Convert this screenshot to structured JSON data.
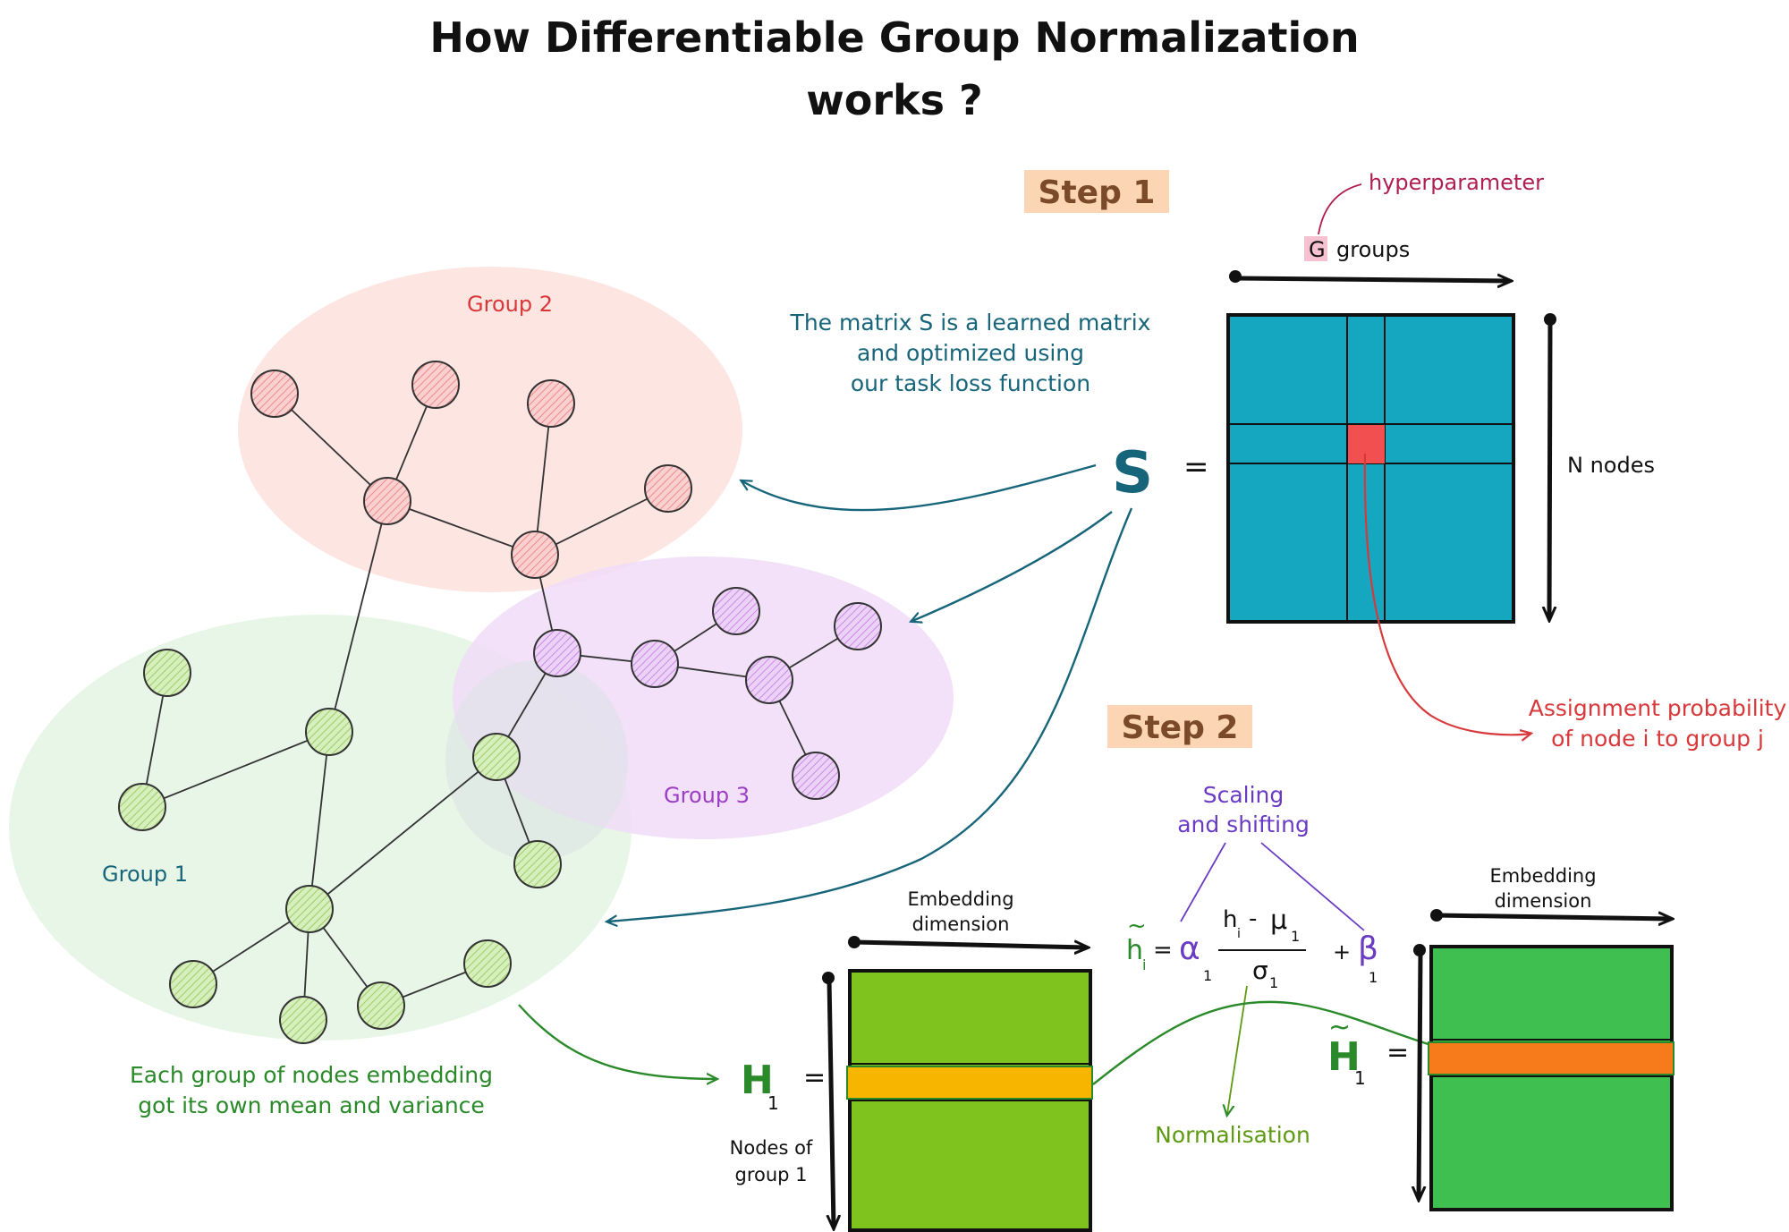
{
  "title": {
    "line1": "How Differentiable Group Normalization",
    "line2": "works ?"
  },
  "colors": {
    "group1": "#e3f5e3",
    "group2": "#fde0dd",
    "group3": "#f0dcf7",
    "node_group1": "#c6e6a3",
    "node_group2": "#f4a8a8",
    "node_group3": "#dca8f0",
    "teal": "#17657a",
    "matrix_teal": "#15a6c0",
    "matrix_cell": "#f25050",
    "green_matrix": "#7fc41e",
    "green_matrix2": "#3fbf50",
    "orange_row": "#f7b500",
    "orange_row2": "#f77b1a",
    "red": "#d8383a",
    "green_text": "#2a8a2a",
    "purple_text": "#6a3cc4",
    "olive_text": "#5e9a12",
    "step_bg": "#fcd5b4"
  },
  "groups": {
    "group1": "Group 1",
    "group2": "Group 2",
    "group3": "Group 3"
  },
  "step1": {
    "label": "Step 1",
    "hyper_label": "hyperparameter",
    "g_symbol": "G",
    "groups_label": "groups",
    "n_nodes_label": "N nodes",
    "s_symbol": "S",
    "equals": "=",
    "note_line1": "The matrix S is a learned matrix",
    "note_line2": "and optimized using",
    "note_line3": "our task loss function",
    "assign_line1": "Assignment probability",
    "assign_line2": "of node i to group j"
  },
  "step2": {
    "label": "Step 2",
    "scaling_line1": "Scaling",
    "scaling_line2": "and shifting",
    "emb_dim_line1": "Embedding",
    "emb_dim_line2": "dimension",
    "h_symbol": "H",
    "h_sub": "1",
    "equals": "=",
    "nodes_group_line1": "Nodes of",
    "nodes_group_line2": "group 1",
    "normalisation": "Normalisation",
    "each_group_line1": "Each group of nodes embedding",
    "each_group_line2": "got its own mean and variance",
    "formula": {
      "lhs": "h",
      "lhs_sub": "i",
      "tilde": "~",
      "eq": "=",
      "alpha": "α",
      "alpha_sub": "1",
      "num_h": "h",
      "num_h_sub": "i",
      "minus": "-",
      "mu": "μ",
      "mu_sub": "1",
      "sigma": "σ",
      "sigma_sub": "1",
      "plus": "+",
      "beta": "β",
      "beta_sub": "1"
    }
  }
}
